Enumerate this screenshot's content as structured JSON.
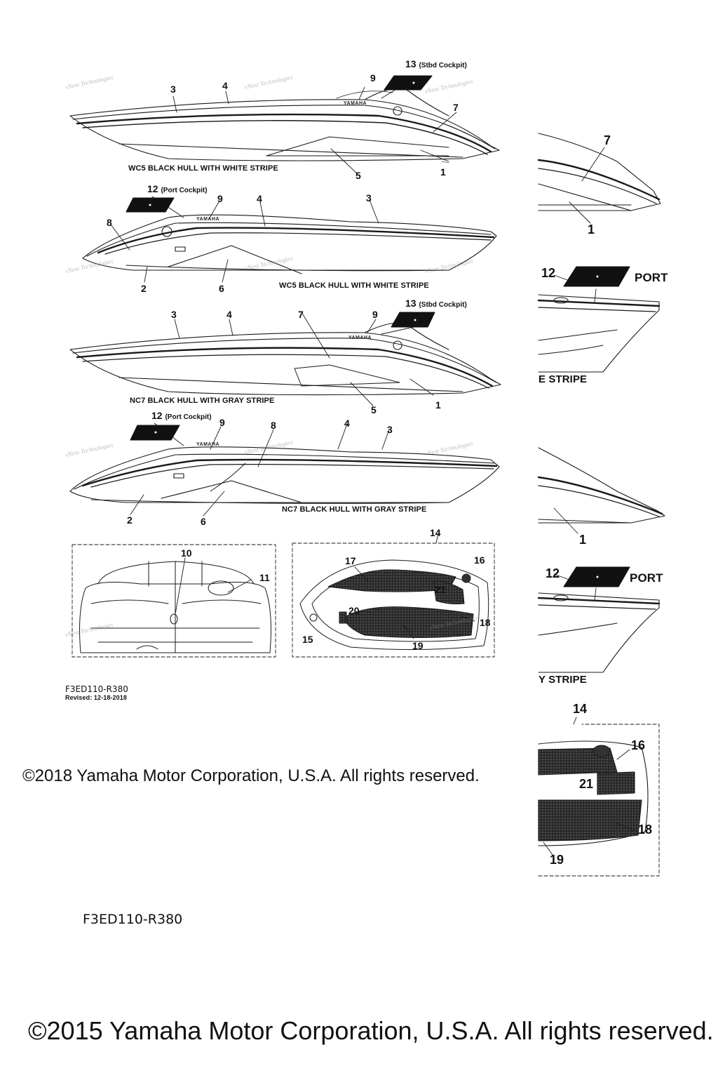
{
  "boats": [
    {
      "caption": "WC5  BLACK HULL WITH WHITE STRIPE"
    },
    {
      "caption": "WC5  BLACK HULL WITH WHITE STRIPE"
    },
    {
      "caption": "NC7  BLACK HULL WITH GRAY STRIPE"
    },
    {
      "caption": "NC7  BLACK HULL WITH GRAY STRIPE"
    }
  ],
  "callouts": {
    "n1": "1",
    "n2": "2",
    "n3": "3",
    "n4": "4",
    "n5": "5",
    "n6": "6",
    "n7": "7",
    "n8": "8",
    "n9": "9",
    "n10": "10",
    "n11": "11",
    "n12": "12",
    "n13": "13",
    "n14": "14",
    "n15": "15",
    "n16": "16",
    "n17": "17",
    "n18": "18",
    "n19": "19",
    "n20": "20",
    "n21": "21",
    "stbd_cockpit": "(Stbd Cockpit)",
    "port_cockpit": "(Port Cockpit)"
  },
  "brand_mark": "YAMAHA",
  "watermark": "vNext Technologies",
  "partial_panels": {
    "port_label": "PORT",
    "stripe_label_a": "E STRIPE",
    "stripe_label_b": "Y STRIPE"
  },
  "figure_code": "F3ED110-R380",
  "revised": "Revised: 12-18-2018",
  "copyright_2018": "©2018 Yamaha Motor Corporation, U.S.A. All rights reserved.",
  "copyright_2015": "©2015 Yamaha Motor Corporation, U.S.A. All rights reserved.",
  "colors": {
    "line": "#1a1a1a",
    "decal": "#111111",
    "watermark": "#8a8a8a"
  }
}
